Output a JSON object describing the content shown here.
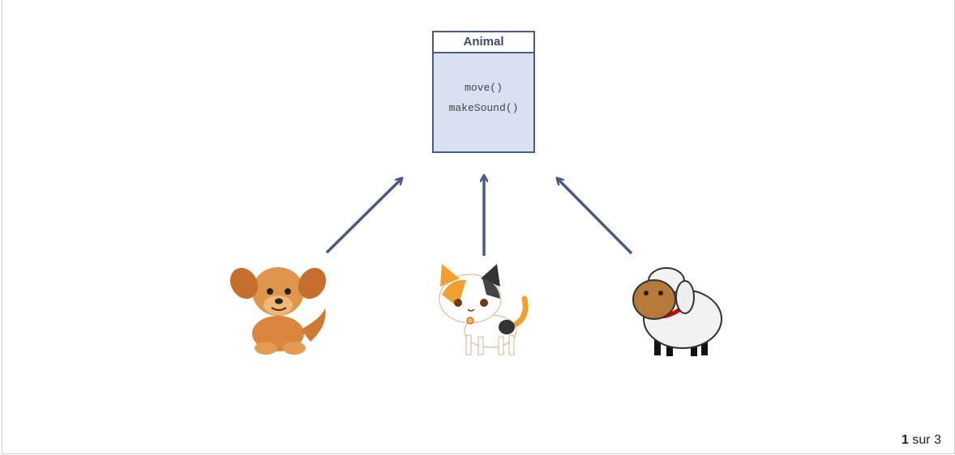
{
  "class_box": {
    "name": "Animal",
    "methods": [
      "move()",
      "makeSound()"
    ]
  },
  "subclasses": [
    {
      "icon": "dog-icon"
    },
    {
      "icon": "cat-icon"
    },
    {
      "icon": "sheep-icon"
    }
  ],
  "pager": {
    "current": "1",
    "separator": "sur",
    "total": "3"
  },
  "colors": {
    "border": "#4a5a80",
    "fill": "#d9e0f2",
    "arrow": "#4a5a80"
  }
}
